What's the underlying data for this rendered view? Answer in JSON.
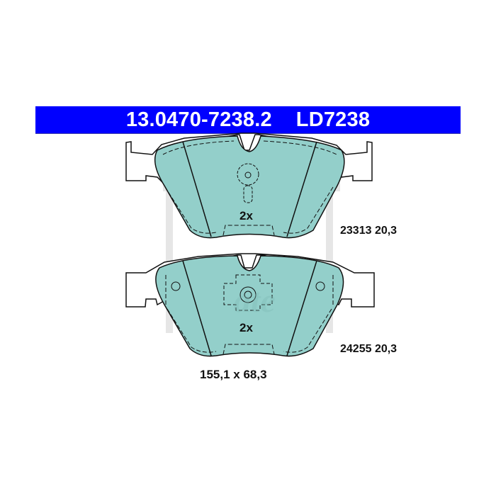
{
  "header": {
    "part_number": "13.0470-7238.2",
    "reference": "LD7238"
  },
  "pads": [
    {
      "name": "upper-pad",
      "quantity": "2x",
      "spec": "23313 20,3"
    },
    {
      "name": "lower-pad",
      "quantity": "2x",
      "spec": "24255 20,3"
    }
  ],
  "dimensions": "155,1 x 68,3",
  "colors": {
    "banner": "#0000ff",
    "banner_text": "#ffffff",
    "pad_fill": "#93cfca",
    "outline": "#111111",
    "watermark": "#e4e4e4"
  }
}
